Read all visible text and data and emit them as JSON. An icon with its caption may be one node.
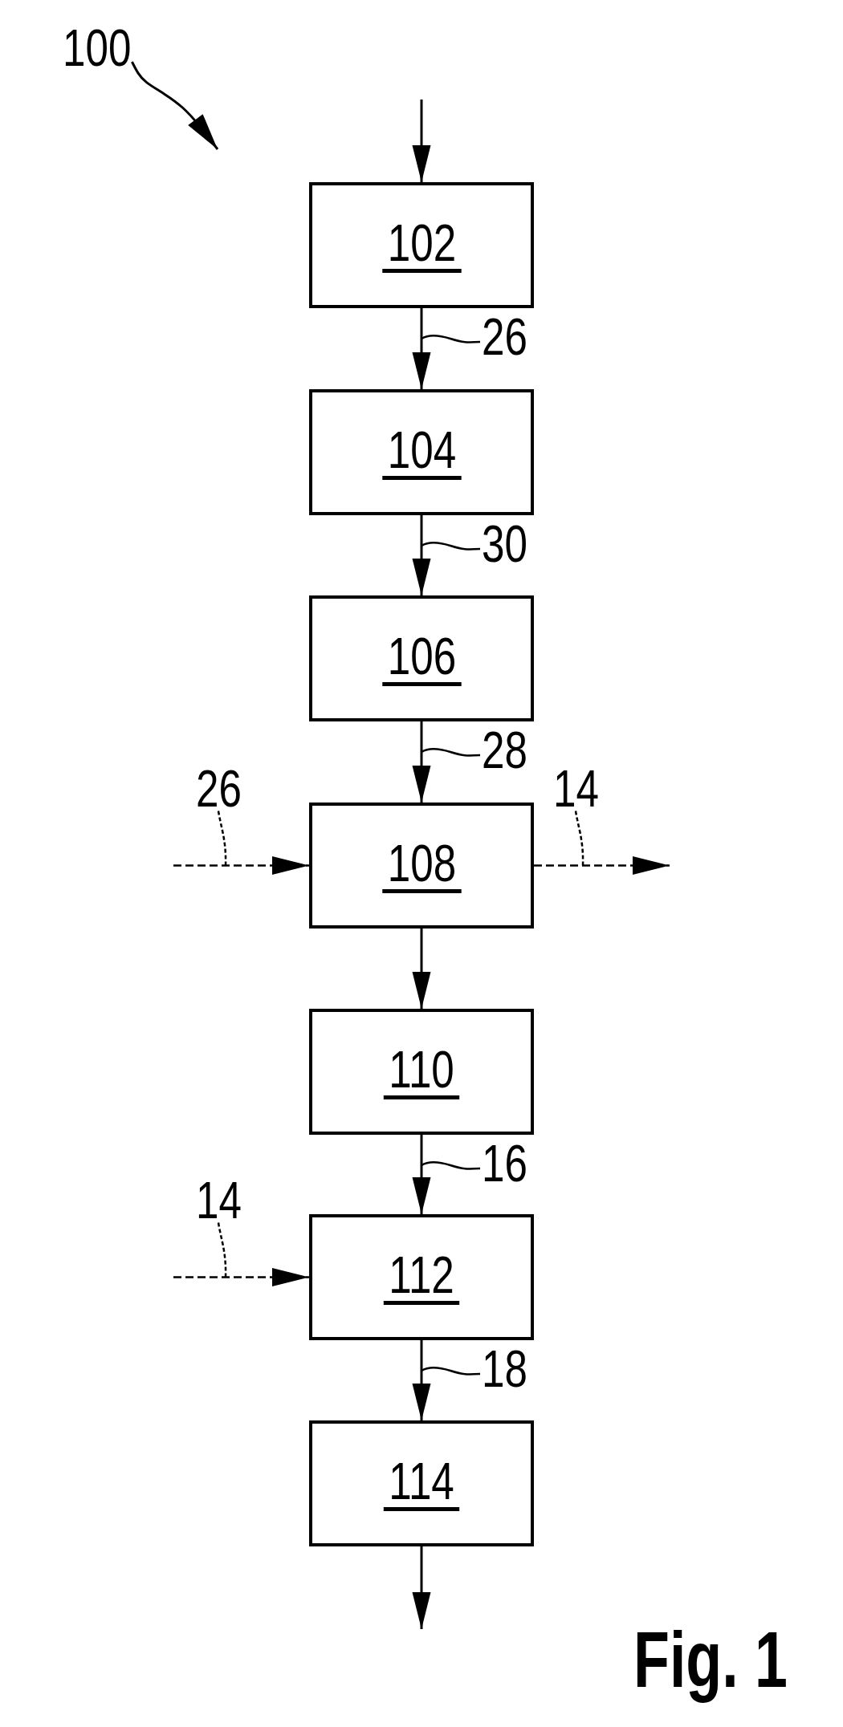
{
  "diagram": {
    "caption": "Fig. 1",
    "nodes": [
      {
        "text": [
          "100"
        ]
      },
      {
        "text": [
          "102"
        ]
      },
      {
        "text": [
          "104"
        ]
      },
      {
        "text": [
          "106"
        ]
      },
      {
        "text": [
          "108"
        ]
      },
      {
        "text": [
          "110"
        ]
      },
      {
        "text": [
          "112"
        ]
      },
      {
        "text": [
          "114"
        ]
      }
    ],
    "edges": [
      {
        "from": 0,
        "to": null,
        "arrow": "to"
      },
      {
        "from": null,
        "to": 1,
        "arrow": "to"
      },
      {
        "from": 1,
        "to": 2,
        "arrow": "to",
        "label": "26"
      },
      {
        "from": 2,
        "to": 3,
        "arrow": "to",
        "label": "30"
      },
      {
        "from": 3,
        "to": 4,
        "arrow": "to",
        "label": "28"
      },
      {
        "from": null,
        "to": 4,
        "arrow": "to",
        "label": "26",
        "style": "dashed"
      },
      {
        "from": 4,
        "to": null,
        "arrow": "to",
        "label": "14",
        "style": "dashed"
      },
      {
        "from": 4,
        "to": 5,
        "arrow": "to"
      },
      {
        "from": 5,
        "to": 6,
        "arrow": "to",
        "label": "16"
      },
      {
        "from": null,
        "to": 6,
        "arrow": "to",
        "label": "14",
        "style": "dashed"
      },
      {
        "from": 6,
        "to": 7,
        "arrow": "to",
        "label": "18"
      },
      {
        "from": 7,
        "to": null,
        "arrow": "to"
      }
    ]
  }
}
